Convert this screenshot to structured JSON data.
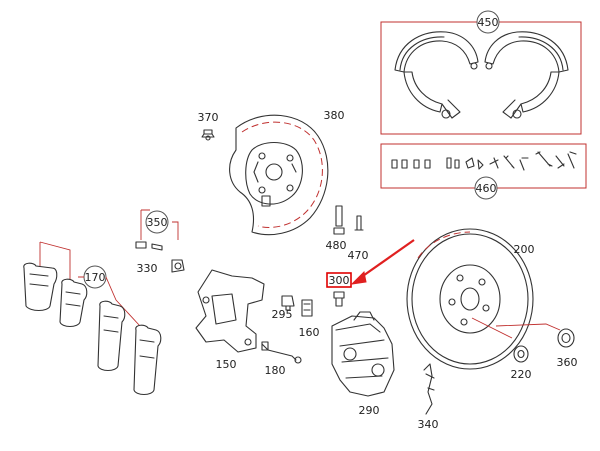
{
  "colors": {
    "accent": "#c0302f",
    "line": "#333333",
    "callout_box": "#e00000"
  },
  "parts": [
    {
      "id": "450"
    },
    {
      "id": "460"
    },
    {
      "id": "370"
    },
    {
      "id": "380"
    },
    {
      "id": "350"
    },
    {
      "id": "330"
    },
    {
      "id": "170"
    },
    {
      "id": "480"
    },
    {
      "id": "470"
    },
    {
      "id": "200"
    },
    {
      "id": "300"
    },
    {
      "id": "295"
    },
    {
      "id": "160"
    },
    {
      "id": "150"
    },
    {
      "id": "180"
    },
    {
      "id": "220"
    },
    {
      "id": "360"
    },
    {
      "id": "290"
    },
    {
      "id": "340"
    }
  ],
  "highlight": {
    "part": "300",
    "arrow_icon": "red-arrow-icon"
  }
}
